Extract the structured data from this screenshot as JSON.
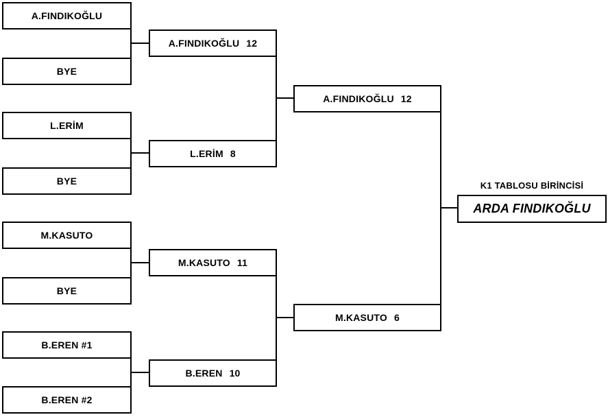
{
  "bracket": {
    "round1": [
      {
        "label": "A.FINDIKOĞLU"
      },
      {
        "label": "BYE"
      },
      {
        "label": "L.ERİM"
      },
      {
        "label": "BYE"
      },
      {
        "label": "M.KASUTO"
      },
      {
        "label": "BYE"
      },
      {
        "label": "B.EREN #1"
      },
      {
        "label": "B.EREN #2"
      }
    ],
    "round2": [
      {
        "name": "A.FINDIKOĞLU",
        "score": "12"
      },
      {
        "name": "L.ERİM",
        "score": "8"
      },
      {
        "name": "M.KASUTO",
        "score": "11"
      },
      {
        "name": "B.EREN",
        "score": "10"
      }
    ],
    "round3": [
      {
        "name": "A.FINDIKOĞLU",
        "score": "12"
      },
      {
        "name": "M.KASUTO",
        "score": "6"
      }
    ],
    "final": {
      "title": "K1 TABLOSU BİRİNCİSİ",
      "winner": "ARDA FINDIKOĞLU"
    }
  },
  "colors": {
    "background": "#ffffff",
    "box_border": "#000000",
    "line": "#000000",
    "text": "#000000"
  }
}
